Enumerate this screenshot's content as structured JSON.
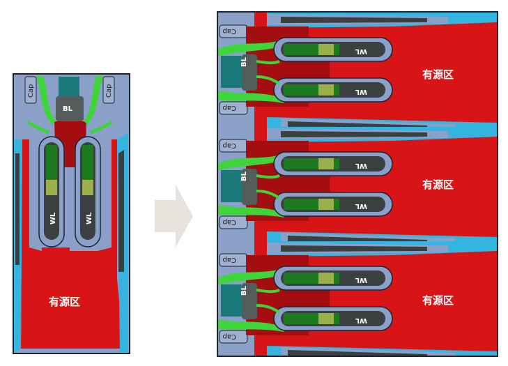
{
  "left_panel": {
    "active_region_label": "有源区",
    "bitline_label": "BL",
    "capacitor_labels": [
      "Cap",
      "Cap"
    ],
    "wordline_labels": [
      "WL",
      "WL"
    ]
  },
  "arrow": {
    "icon": "right-arrow-icon",
    "color": "#e6e3dc"
  },
  "right_panel": {
    "sections": [
      {
        "active_region_label": "有源区",
        "bitline_label": "BL",
        "capacitor_labels": [
          "Cap",
          "Cap"
        ],
        "wordline_labels": [
          "WL",
          "WL"
        ]
      },
      {
        "active_region_label": "有源区",
        "bitline_label": "BL",
        "capacitor_labels": [
          "Cap",
          "Cap"
        ],
        "wordline_labels": [
          "WL",
          "WL"
        ]
      },
      {
        "active_region_label": "有源区",
        "bitline_label": "BL",
        "capacitor_labels": [
          "Cap",
          "Cap"
        ],
        "wordline_labels": [
          "WL",
          "WL"
        ]
      }
    ]
  },
  "colors": {
    "active_region": "#d81417",
    "dark_red": "#a50e10",
    "oxide": "#8aa0c8",
    "bright_green": "#3fd43a",
    "dark_green": "#1e7a1e",
    "olive": "#9bb04a",
    "teal": "#1a7a7a",
    "cyan": "#33b5e0",
    "dark_gray": "#3a4040",
    "outline": "#1b2230"
  }
}
